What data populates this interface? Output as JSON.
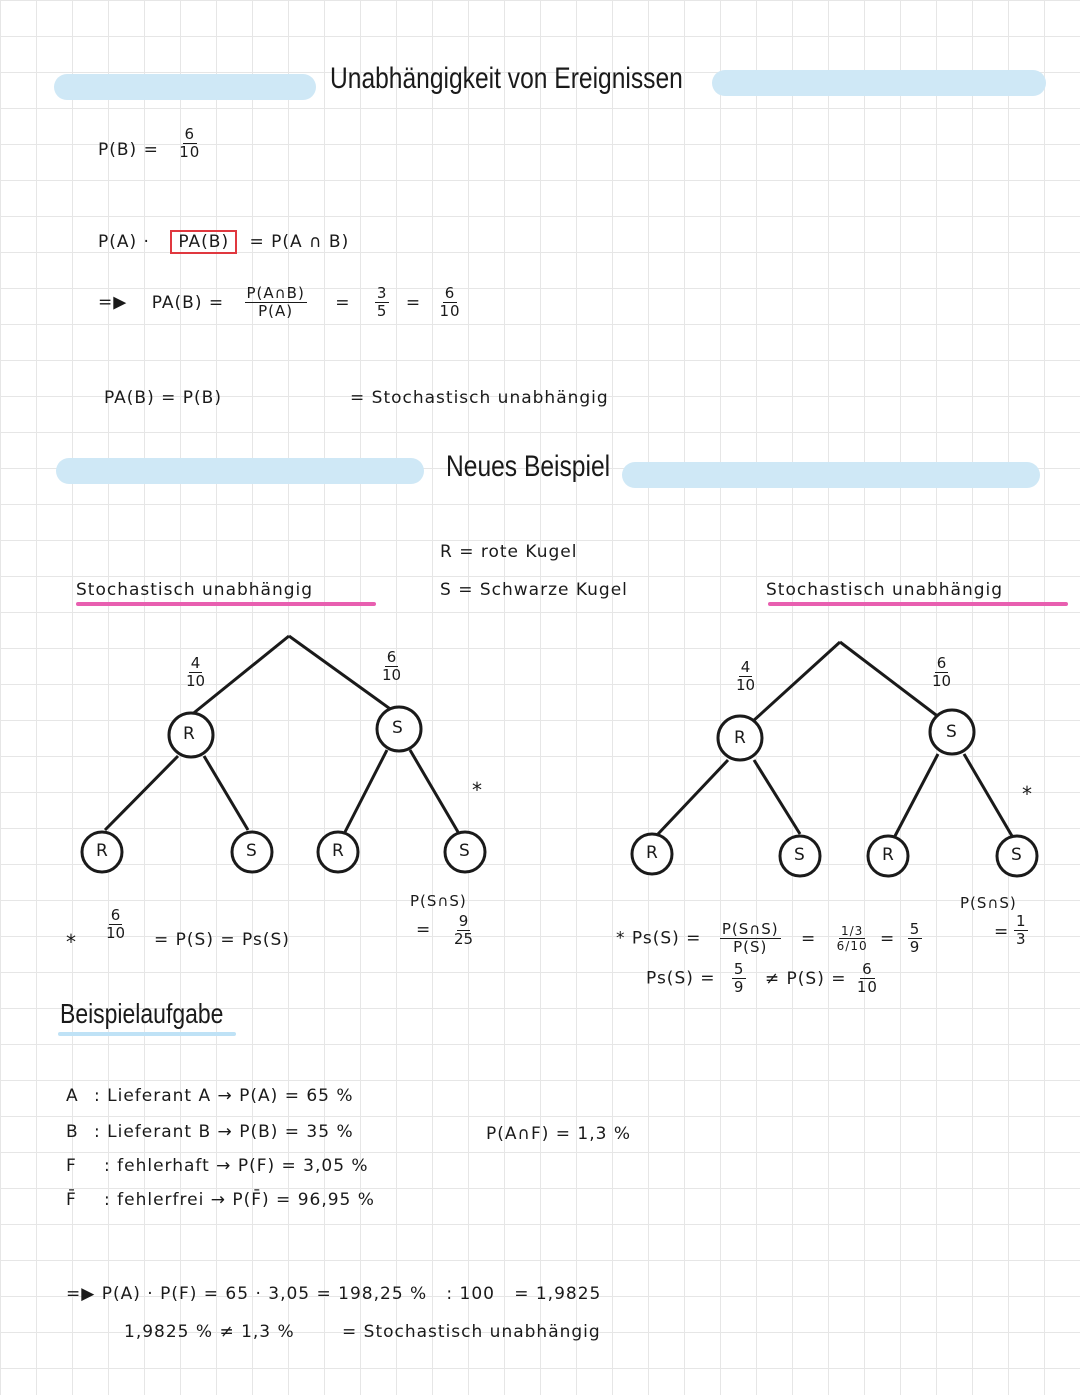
{
  "header": {
    "title": "Unabhängigkeit von Ereignissen"
  },
  "part1": {
    "pb_left": "P(B) =",
    "pb_num": "6",
    "pb_den": "10",
    "line2_left": "P(A) ·",
    "line2_boxed": "PA(B)",
    "line2_right": "= P(A ∩ B)",
    "line3_arrow": "=▶",
    "line3_left": "PA(B) =",
    "line3_frac_num": "P(A∩B)",
    "line3_frac_den": "P(A)",
    "line3_eq1": "=",
    "line3_f2_num": "3",
    "line3_f2_den": "5",
    "line3_eq2": "=",
    "line3_f3_num": "6",
    "line3_f3_den": "10",
    "line4_left": "PA(B) = P(B)",
    "line4_right": "= Stochastisch unabhängig"
  },
  "section2": {
    "title": "Neues Beispiel",
    "def_r": "R = rote Kugel",
    "def_s": "S = Schwarze Kugel",
    "left_heading": "Stochastisch unabhängig",
    "right_heading": "Stochastisch unabhängig"
  },
  "tree_left": {
    "p_left_num": "4",
    "p_left_den": "10",
    "p_right_num": "6",
    "p_right_den": "10",
    "node_r": "R",
    "node_s": "S",
    "leaf1": "R",
    "leaf2": "S",
    "leaf3": "R",
    "leaf4": "S",
    "star": "*",
    "psns_label": "P(S∩S)",
    "psns_eq": "=",
    "psns_num": "9",
    "psns_den": "25",
    "bottom_star": "*",
    "bottom_num": "6",
    "bottom_den": "10",
    "bottom_rest": "= P(S) = Ps(S)"
  },
  "tree_right": {
    "p_left_num": "4",
    "p_left_den": "10",
    "p_right_num": "6",
    "p_right_den": "10",
    "node_r": "R",
    "node_s": "S",
    "leaf1": "R",
    "leaf2": "S",
    "leaf3": "R",
    "leaf4": "S",
    "star": "*",
    "psns_label": "P(S∩S)",
    "psns_eq": "=",
    "psns_num": "1",
    "psns_den": "3",
    "calc_left": "* Ps(S) =",
    "calc_num": "P(S∩S)",
    "calc_den": "P(S)",
    "calc_eq": "=",
    "calc_cf_top": "1/3",
    "calc_cf_bottom": "6/10",
    "calc_eq2": "=",
    "calc_res_num": "5",
    "calc_res_den": "9",
    "line2_left": "Ps(S) =",
    "line2_num": "5",
    "line2_den": "9",
    "line2_neq": "≠ P(S) =",
    "line2_ps_num": "6",
    "line2_ps_den": "10"
  },
  "exercise": {
    "title": "Beispielaufgabe",
    "rows": [
      {
        "sym": "A",
        "text": ": Lieferant A → P(A) = 65 %"
      },
      {
        "sym": "B",
        "text": ": Lieferant B → P(B) = 35 %"
      },
      {
        "sym": "F",
        "text": ": fehlerhaft → P(F) = 3,05 %"
      },
      {
        "sym": "F̄",
        "text": ": fehlerfrei → P(F̄) = 96,95 %"
      }
    ],
    "paf": "P(A∩F) = 1,3 %",
    "calc1": "=▶ P(A) · P(F) = 65 · 3,05 = 198,25 %   : 100   = 1,9825",
    "calc2_left": "1,9825 % ≠ 1,3 %",
    "calc2_right": "= Stochastisch unabhängig"
  }
}
